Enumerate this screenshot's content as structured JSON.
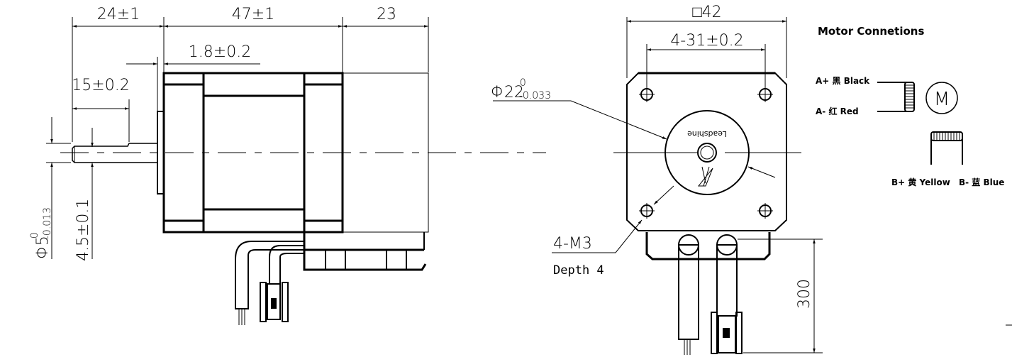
{
  "side_view": {
    "dim_shaft_length": "24±1",
    "dim_body_length": "47±1",
    "dim_rear": "23",
    "dim_boss": "1.8±0.2",
    "dim_flat": "15±0.2",
    "dim_shaft_dia": {
      "symbol": "Φ5",
      "upper": "0",
      "lower": "-0.013"
    },
    "dim_flat_depth": "4.5±0.1"
  },
  "front_view": {
    "dim_square": "□42",
    "dim_holes": "4-31±0.2",
    "dim_boss_dia": {
      "symbol": "Φ22",
      "upper": "0",
      "lower": "-0.033"
    },
    "thread": "4-M3",
    "depth": "Depth 4",
    "cable_length": "300",
    "logo": "Leadshine"
  },
  "connections": {
    "title": "Motor Connetions",
    "a_plus": "A+ 黑 Black",
    "a_minus": "A- 红 Red",
    "b_plus": "B+ 黄 Yellow",
    "b_minus": "B- 蓝 Blue",
    "motor_symbol": "M"
  }
}
